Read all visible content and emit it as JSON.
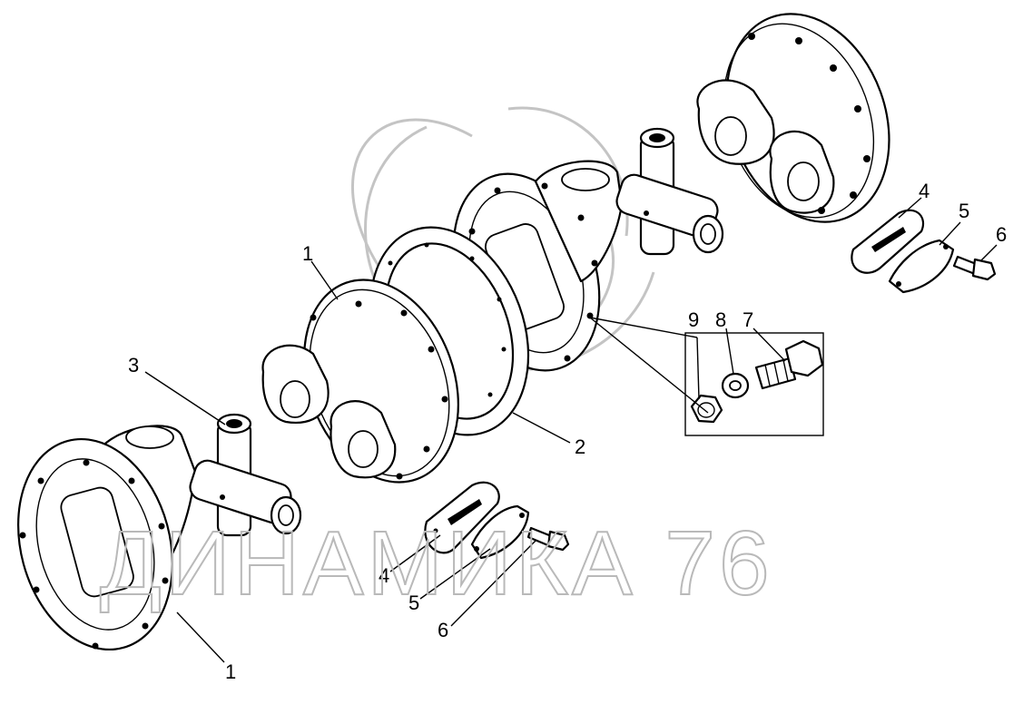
{
  "colors": {
    "line": "#000000",
    "background": "#ffffff",
    "watermark": "#b9b9b9"
  },
  "watermark": {
    "text": "ДИНАМИКА 76"
  },
  "callouts": {
    "c1_top": "1",
    "c1_bottom": "1",
    "c2": "2",
    "c3": "3",
    "c4_left": "4",
    "c4_right": "4",
    "c5_left": "5",
    "c5_right": "5",
    "c6_left": "6",
    "c6_right": "6",
    "c7": "7",
    "c8": "8",
    "c9": "9"
  }
}
